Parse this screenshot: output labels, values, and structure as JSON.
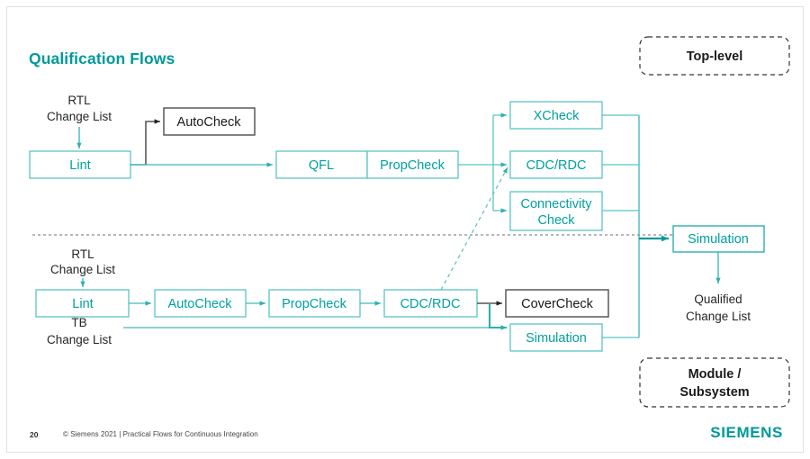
{
  "slide": {
    "title": "Qualification Flows",
    "page_number": "20",
    "copyright": "© Siemens 2021 | Practical Flows for Continuous Integration",
    "brand": "SIEMENS"
  },
  "colors": {
    "teal": "#00A0A0",
    "teal_dark": "#009494",
    "teal_line": "#3FB9B9",
    "brand_teal": "#009999",
    "black_box": "#4D4D4D",
    "text_dark": "#1A1A1A",
    "divider_gray": "#8A8A8A"
  },
  "zones": [
    {
      "name": "top-level",
      "label": "Top-level"
    },
    {
      "name": "module-subsystem",
      "label": "Module /\nSubsystem",
      "line1": "Module /",
      "line2": "Subsystem"
    }
  ],
  "io_labels": [
    {
      "name": "rtl-change-list-top",
      "line1": "RTL",
      "line2": "Change List"
    },
    {
      "name": "rtl-change-list-bottom",
      "line1": "RTL",
      "line2": "Change List"
    },
    {
      "name": "tb-change-list",
      "line1": "TB",
      "line2": "Change List"
    },
    {
      "name": "qualified-change-list",
      "line1": "Qualified",
      "line2": "Change List"
    }
  ],
  "top_flow": {
    "name": "top-level-flow",
    "nodes": [
      {
        "id": "lint-top",
        "label": "Lint",
        "style": "teal"
      },
      {
        "id": "autocheck-top",
        "label": "AutoCheck",
        "style": "dark"
      },
      {
        "id": "qfl",
        "label": "QFL",
        "style": "teal"
      },
      {
        "id": "propcheck-top",
        "label": "PropCheck",
        "style": "teal"
      },
      {
        "id": "xcheck",
        "label": "XCheck",
        "style": "teal"
      },
      {
        "id": "cdc-rdc-top",
        "label": "CDC/RDC",
        "style": "teal"
      },
      {
        "id": "connectivity-check",
        "label": "Connectivity Check",
        "line1": "Connectivity",
        "line2": "Check",
        "style": "teal"
      }
    ]
  },
  "bottom_flow": {
    "name": "module-subsystem-flow",
    "nodes": [
      {
        "id": "lint-bottom",
        "label": "Lint",
        "style": "teal"
      },
      {
        "id": "autocheck-bottom",
        "label": "AutoCheck",
        "style": "teal"
      },
      {
        "id": "propcheck-bottom",
        "label": "PropCheck",
        "style": "teal"
      },
      {
        "id": "cdc-rdc-bottom",
        "label": "CDC/RDC",
        "style": "teal"
      },
      {
        "id": "covercheck",
        "label": "CoverCheck",
        "style": "dark"
      },
      {
        "id": "simulation-bottom",
        "label": "Simulation",
        "style": "teal"
      }
    ]
  },
  "output_node": {
    "id": "simulation-top",
    "label": "Simulation",
    "style": "teal"
  }
}
